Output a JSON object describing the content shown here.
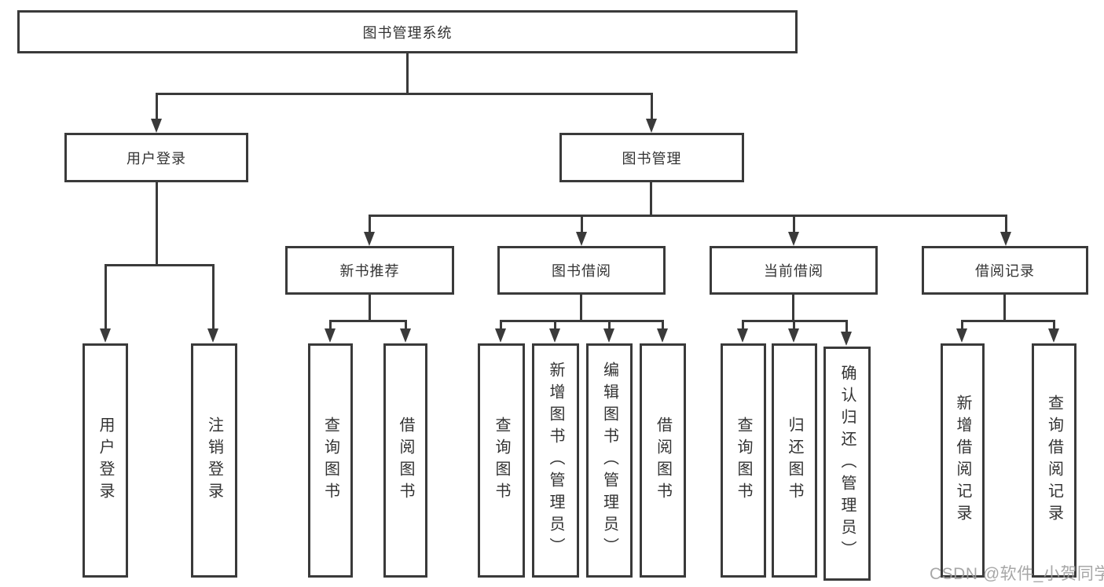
{
  "colors": {
    "line": "#3a3a3a",
    "text": "#333333",
    "background": "#ffffff",
    "watermark": "#9e9e9e"
  },
  "root": {
    "label": "图书管理系统"
  },
  "level2": {
    "user_login": {
      "label": "用户登录"
    },
    "book_management": {
      "label": "图书管理"
    }
  },
  "level3": {
    "new_book_recommend": {
      "label": "新书推荐"
    },
    "book_borrowing": {
      "label": "图书借阅"
    },
    "current_borrowing": {
      "label": "当前借阅"
    },
    "borrowing_records": {
      "label": "借阅记录"
    }
  },
  "leaves": {
    "user_login": "用户登录",
    "logout": "注销登录",
    "recommend_query_book": "查询图书",
    "recommend_borrow_book": "借阅图书",
    "borrowing_query_book": "查询图书",
    "borrowing_add_book_admin": "新增图书（管理员）",
    "borrowing_edit_book_admin": "编辑图书（管理员）",
    "borrowing_borrow_book": "借阅图书",
    "current_query_book": "查询图书",
    "current_return_book": "归还图书",
    "current_confirm_return_admin": "确认归还（管理员）",
    "records_add_record": "新增借阅记录",
    "records_query_record": "查询借阅记录"
  },
  "watermark": {
    "text": "CSDN @软件_小贺同学"
  }
}
